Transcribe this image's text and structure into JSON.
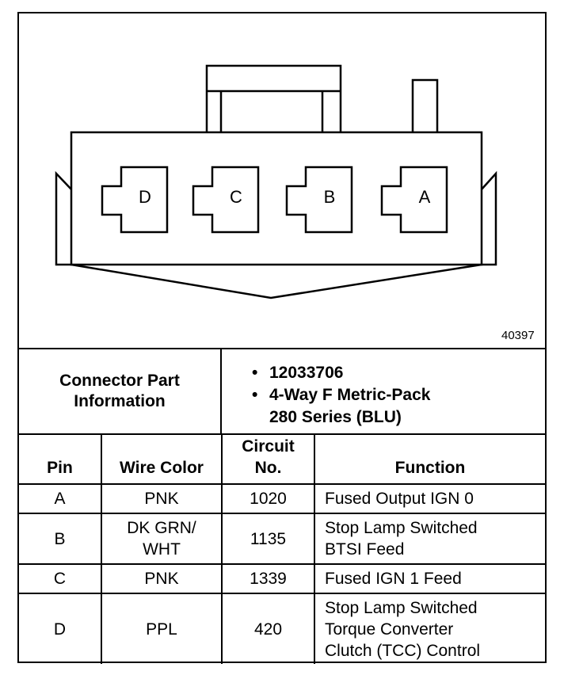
{
  "figure_number": "40397",
  "pins_diagram": [
    "D",
    "C",
    "B",
    "A"
  ],
  "connector_info": {
    "label_line1": "Connector Part",
    "label_line2": "Information",
    "bullet_symbol": "•",
    "part_number": "12033706",
    "description_line1": "4-Way F Metric-Pack",
    "description_line2": "280 Series (BLU)"
  },
  "table": {
    "headers": {
      "pin": "Pin",
      "wire_color": "Wire Color",
      "circuit_line1": "Circuit",
      "circuit_line2": "No.",
      "function": "Function"
    },
    "rows": [
      {
        "pin": "A",
        "wire1": "PNK",
        "wire2": "",
        "circuit": "1020",
        "func1": "Fused Output IGN 0",
        "func2": "",
        "func3": ""
      },
      {
        "pin": "B",
        "wire1": "DK GRN/",
        "wire2": "WHT",
        "circuit": "1135",
        "func1": "Stop Lamp Switched",
        "func2": "BTSI Feed",
        "func3": ""
      },
      {
        "pin": "C",
        "wire1": "PNK",
        "wire2": "",
        "circuit": "1339",
        "func1": "Fused IGN 1 Feed",
        "func2": "",
        "func3": ""
      },
      {
        "pin": "D",
        "wire1": "PPL",
        "wire2": "",
        "circuit": "420",
        "func1": "Stop Lamp Switched",
        "func2": "Torque Converter",
        "func3": "Clutch (TCC) Control"
      }
    ]
  }
}
